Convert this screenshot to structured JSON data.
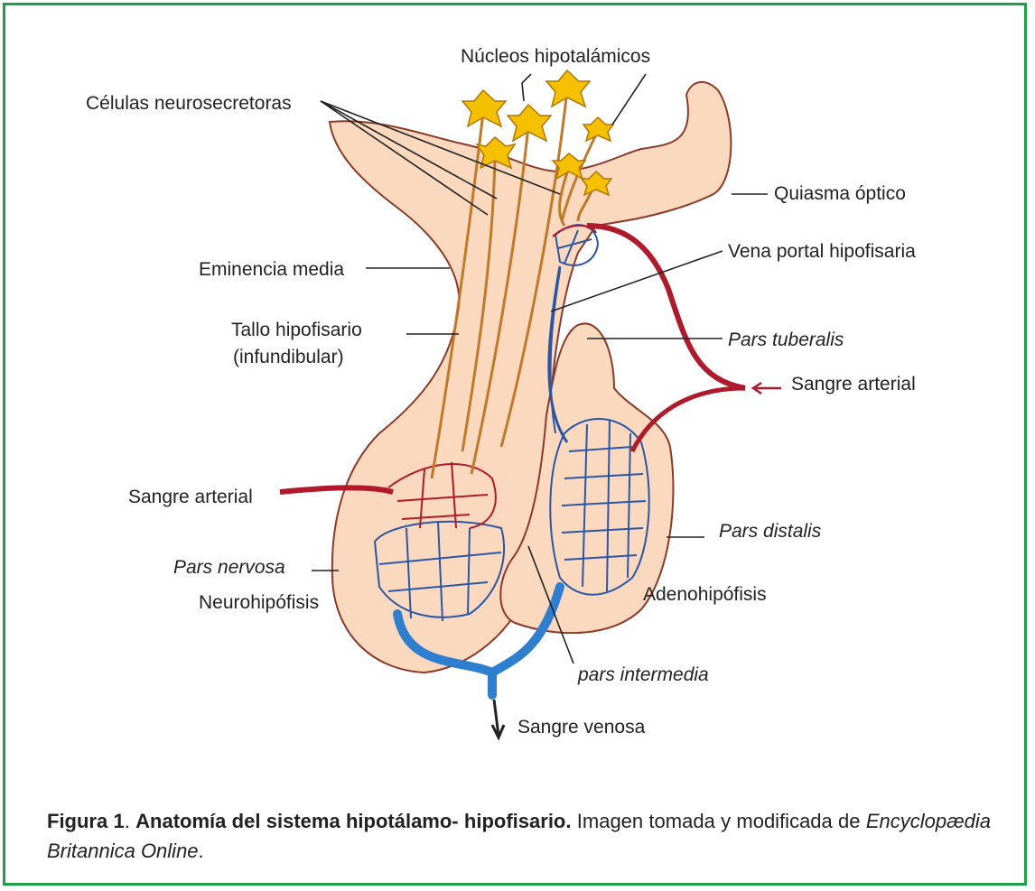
{
  "labels": {
    "nucleos": "Núcleos hipotalámicos",
    "celulas": "Células neurosecretoras",
    "quiasma": "Quiasma óptico",
    "eminencia": "Eminencia media",
    "vena_portal": "Vena portal hipofisaria",
    "tallo_line1": "Tallo hipofisario",
    "tallo_line2": "(infundibular)",
    "pars_tuberalis": "Pars tuberalis",
    "sangre_arterial_right": "Sangre arterial",
    "sangre_arterial_left": "Sangre arterial",
    "pars_distalis": "Pars distalis",
    "pars_nervosa": "Pars nervosa",
    "neurohipofisis": "Neurohipófisis",
    "adenohipofisis": "Adenohipófisis",
    "pars_intermedia": "pars intermedia",
    "sangre_venosa": "Sangre venosa"
  },
  "caption": {
    "fig_label": "Figura 1",
    "sep": ". ",
    "bold_title": "Anatomía del sistema hipotálamo- hipofisario.",
    "text": " Imagen tomada y modificada de ",
    "source": "Encyclopædia Britannica Online",
    "end": "."
  },
  "colors": {
    "frame": "#1fa14a",
    "tissue_fill": "#fbd9bf",
    "tissue_outline": "#8b3a2a",
    "artery": "#b01a2a",
    "vein": "#2a56a8",
    "venous_trunk": "#2e7fd0",
    "neuron": "#f5c000",
    "axon": "#c07a2a"
  }
}
